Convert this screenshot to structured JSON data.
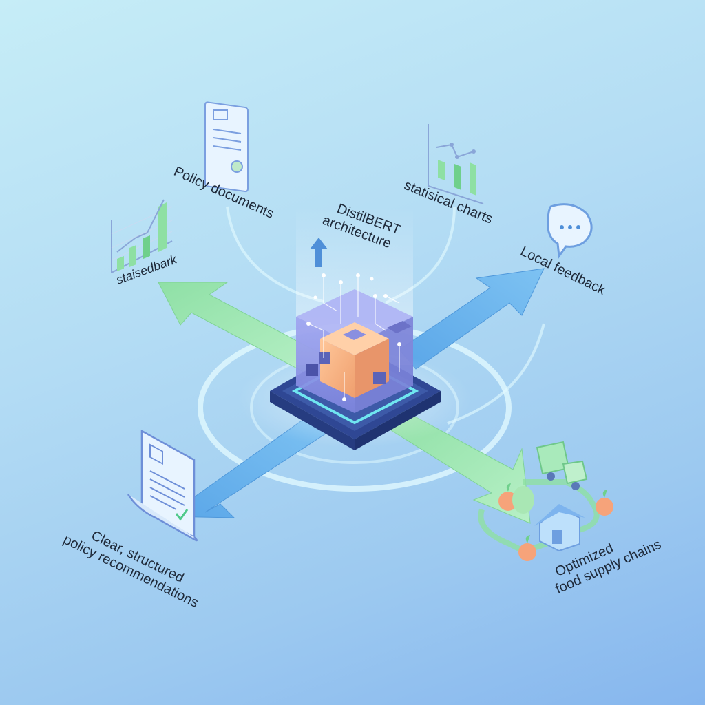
{
  "labels": {
    "policy_documents": "Policy documents",
    "statistical_charts": "statisical charts",
    "distilbert_line1": "DistilBERT",
    "distilbert_line2": "architecture",
    "statistical_feedback": "staisedbark",
    "local_feedback": "Local feedback",
    "recommendations_line1": "Clear, structured",
    "recommendations_line2": "policy recommendations",
    "supply_line1": "Optimized",
    "supply_line2": "food supply chains"
  },
  "colors": {
    "green_arrow": "#9fe8b4",
    "blue_arrow": "#6fb6ee",
    "platform": "#3d5aa8",
    "core": "#f4b07e",
    "cube": "#8c8fe6",
    "glow": "#d4f6fb"
  }
}
